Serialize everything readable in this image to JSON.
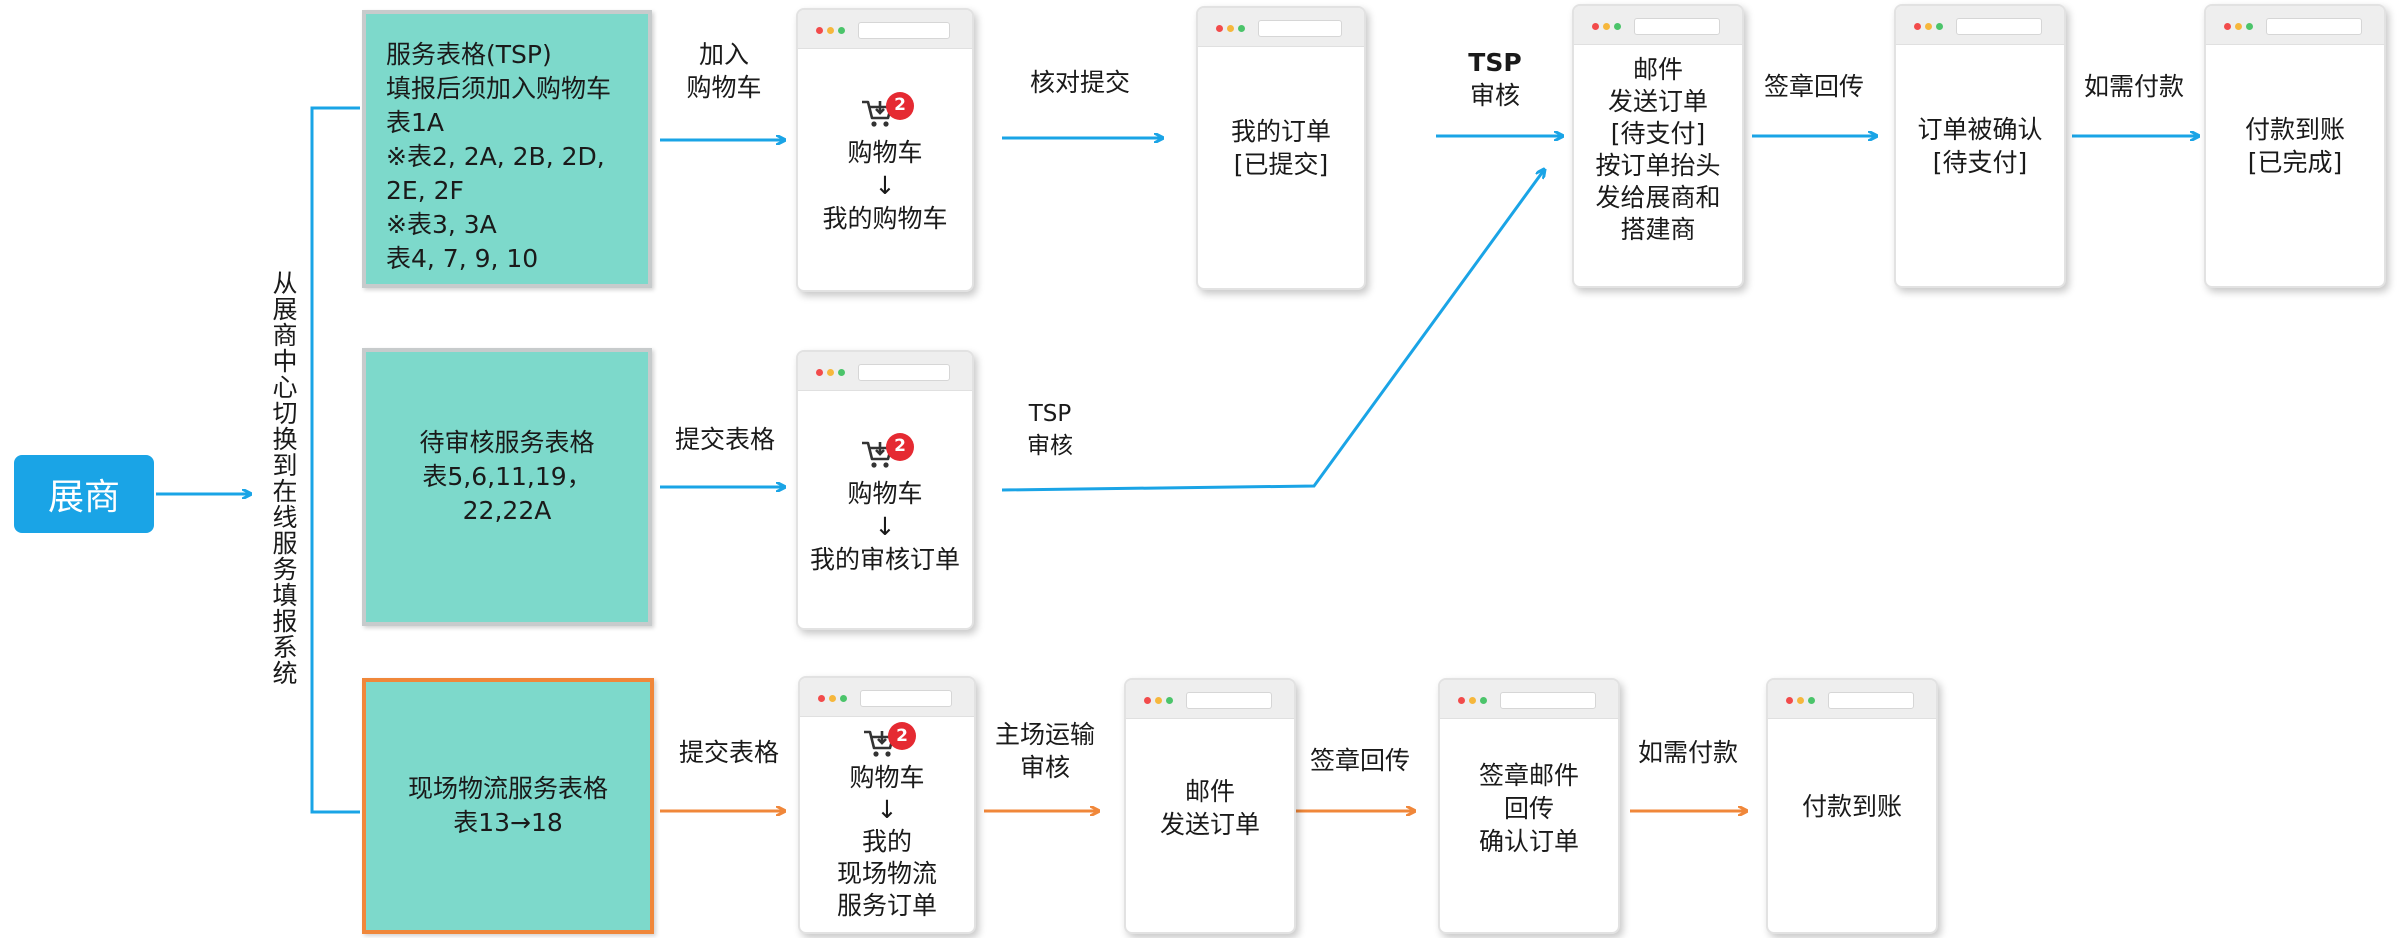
{
  "colors": {
    "blue": "#1aa4e6",
    "orange": "#f0873a",
    "teal": "#7dd9cb",
    "badge_red": "#e52a32"
  },
  "exhibitor": {
    "label": "展商"
  },
  "switch_label": "从展商中心切换到在线服务填报系统",
  "rows": {
    "tsp": {
      "form_lines": [
        "服务表格(TSP)",
        "填报后须加入购物车",
        "表1A",
        "※表2, 2A, 2B, 2D,",
        "2E, 2F",
        "※表3, 3A",
        "表4, 7, 9, 10"
      ],
      "arrow1": [
        "加入",
        "购物车"
      ],
      "cart": {
        "badge": "2",
        "lines": [
          "购物车",
          "↓",
          "我的购物车"
        ]
      },
      "arrow2": "核对提交",
      "submitted": [
        "我的订单",
        "[已提交]"
      ],
      "arrow3": {
        "bold": "TSP",
        "rest": "审核"
      },
      "email": [
        "邮件",
        "发送订单",
        "[待支付]",
        "按订单抬头",
        "发给展商和",
        "搭建商"
      ],
      "arrow4": "签章回传",
      "confirmed": [
        "订单被确认",
        "[待支付]"
      ],
      "arrow5": "如需付款",
      "done": [
        "付款到账",
        "[已完成]"
      ]
    },
    "review": {
      "form_lines": [
        "待审核服务表格",
        "表5,6,11,19，",
        "22,22A"
      ],
      "arrow1": "提交表格",
      "cart": {
        "badge": "2",
        "lines": [
          "购物车",
          "↓",
          "我的审核订单"
        ]
      },
      "arrow2": [
        "TSP",
        "审核"
      ]
    },
    "logistics": {
      "form_lines": [
        "现场物流服务表格",
        "表13→18"
      ],
      "arrow1": "提交表格",
      "cart": {
        "badge": "2",
        "lines": [
          "购物车",
          "↓",
          "我的",
          "现场物流",
          "服务订单"
        ]
      },
      "arrow2": [
        "主场运输",
        "审核"
      ],
      "email": [
        "邮件",
        "发送订单"
      ],
      "arrow3": "签章回传",
      "signed": [
        "签章邮件",
        "回传",
        "确认订单"
      ],
      "arrow4": "如需付款",
      "paid": [
        "付款到账"
      ]
    }
  }
}
